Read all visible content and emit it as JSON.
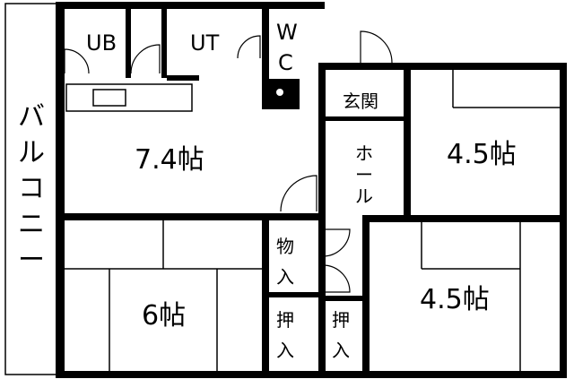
{
  "rooms": {
    "ub": "UB",
    "ut": "UT",
    "wc_w": "W",
    "wc_c": "C",
    "genkan": "玄関",
    "ldk": "7.4帖",
    "hall": [
      "ホ",
      "ー",
      "ル"
    ],
    "west_jp": "4.5帖",
    "monoire": [
      "物",
      "入"
    ],
    "tatami6": "6帖",
    "oshiire1": [
      "押",
      "入"
    ],
    "oshiire2": [
      "押",
      "入"
    ],
    "south_jp": "4.5帖",
    "balcony": [
      "バ",
      "ル",
      "コ",
      "ニ",
      "ー"
    ]
  },
  "colors": {
    "wall": "#000000",
    "background": "#ffffff"
  }
}
